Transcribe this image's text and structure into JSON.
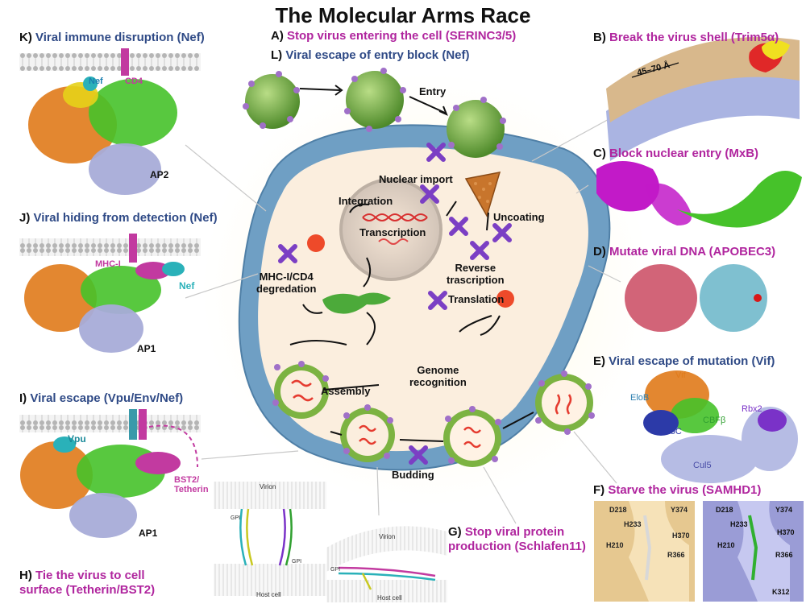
{
  "title": "The Molecular Arms Race",
  "panels": {
    "a": {
      "letter": "A)",
      "text": "Stop virus entering the cell (SERINC3/5)"
    },
    "l": {
      "letter": "L)",
      "text": "Viral escape of entry block (Nef)"
    },
    "b": {
      "letter": "B)",
      "text": "Break the virus shell (Trim5α)"
    },
    "c": {
      "letter": "C)",
      "text": "Block nuclear entry (MxB)"
    },
    "d": {
      "letter": "D)",
      "text": "Mutate viral DNA (APOBEC3)"
    },
    "e": {
      "letter": "E)",
      "text": "Viral escape of mutation (Vif)"
    },
    "f": {
      "letter": "F)",
      "text": "Starve the virus (SAMHD1)"
    },
    "g": {
      "letter": "G)",
      "text_line1": "Stop viral protein",
      "text_line2": "production (Schlafen11)"
    },
    "h": {
      "letter": "H)",
      "text_line1": "Tie the virus to cell",
      "text_line2": "surface (Tetherin/BST2)"
    },
    "i": {
      "letter": "I)",
      "text": "Viral escape (Vpu/Env/Nef)"
    },
    "j": {
      "letter": "J)",
      "text": "Viral hiding from detection (Nef)"
    },
    "k": {
      "letter": "K)",
      "text": "Viral immune disruption (Nef)"
    }
  },
  "cycle_labels": {
    "entry": "Entry",
    "nuclear_import": "Nuclear import",
    "integration": "Integration",
    "transcription": "Transcription",
    "uncoating": "Uncoating",
    "reverse_transcription_1": "Reverse",
    "reverse_transcription_2": "trascription",
    "translation": "Translation",
    "degradation_1": "MHC-I/CD4",
    "degradation_2": "degredation",
    "genome_1": "Genome",
    "genome_2": "recognition",
    "assembly": "Assembly",
    "budding": "Budding"
  },
  "protein_labels": {
    "k_nef": "Nef",
    "k_cd4": "CD4",
    "k_ap2": "AP2",
    "j_mhc": "MHC-I",
    "j_nef": "Nef",
    "j_ap1": "AP1",
    "i_vpu": "Vpu",
    "i_bst2_1": "BST2/",
    "i_bst2_2": "Tetherin",
    "i_ap1": "AP1",
    "b_dim": "45–70 Å",
    "e_vif": "Vif",
    "e_elob": "EloB",
    "e_eloc": "EloC",
    "e_cbfb": "CBFβ",
    "e_rbx2": "Rbx2",
    "e_cul5": "Cul5"
  },
  "tether_labels": {
    "virion1": "Virion",
    "host1": "Host cell",
    "virion2": "Virion",
    "host2": "Host cell",
    "gpi1": "GPI",
    "gpi2": "GPI",
    "gpi3": "GPI"
  },
  "residues": {
    "left": [
      "D218",
      "H233",
      "Y374",
      "H370",
      "H210",
      "R366"
    ],
    "right": [
      "D218",
      "H233",
      "Y374",
      "H370",
      "H210",
      "R366",
      "K312"
    ]
  },
  "colors": {
    "navy": "#2f4a86",
    "magenta": "#b0259e",
    "virus_green": "#6ea63a",
    "capsid_purple": "#a070c8",
    "block_x": "#7b3fc4",
    "membrane_blue": "#5f8db3",
    "cytoplasm": "#fbeede"
  }
}
